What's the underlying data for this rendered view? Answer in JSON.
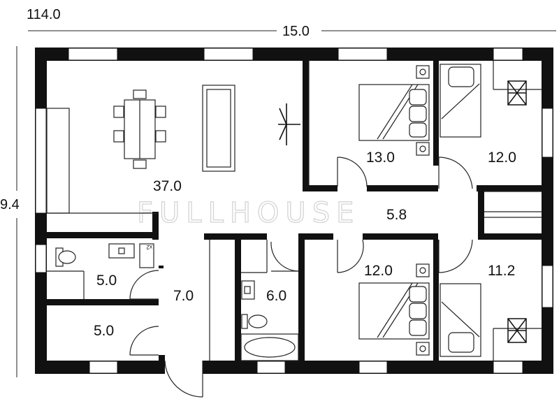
{
  "plan": {
    "total_area": "114.0",
    "width": "15.0",
    "depth": "9.4",
    "watermark": "FULLHOUSE",
    "fixture_mark": "x2",
    "rooms": [
      {
        "id": "living",
        "area": "37.0"
      },
      {
        "id": "bedroom-ne",
        "area": "13.0"
      },
      {
        "id": "bedroom-ne-corner",
        "area": "12.0"
      },
      {
        "id": "hall",
        "area": "5.8"
      },
      {
        "id": "bedroom-se",
        "area": "12.0"
      },
      {
        "id": "bedroom-se-corner",
        "area": "11.2"
      },
      {
        "id": "wc",
        "area": "5.0"
      },
      {
        "id": "storage",
        "area": "5.0"
      },
      {
        "id": "entrance",
        "area": "7.0"
      },
      {
        "id": "bathroom",
        "area": "6.0"
      }
    ]
  }
}
